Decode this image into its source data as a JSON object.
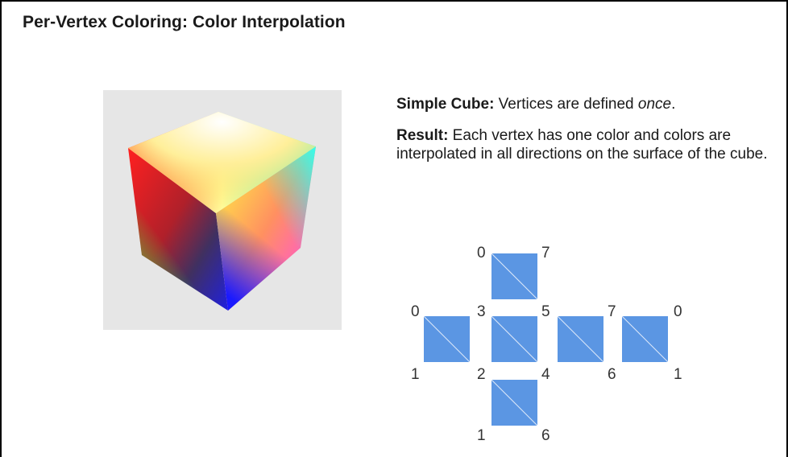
{
  "page": {
    "title": "Per-Vertex Coloring: Color Interpolation"
  },
  "description": {
    "simple_cube_label": "Simple Cube:",
    "simple_cube_text": " Vertices are defined ",
    "simple_cube_emph": "once",
    "simple_cube_end": ".",
    "result_label": "Result:",
    "result_text": " Each vertex has one color and colors are interpolated in all directions on the surface of the cube."
  },
  "net": {
    "face_color": "#5b96e3",
    "vertex_labels": {
      "top_tl": "0",
      "top_tr": "7",
      "row_left_tl": "0",
      "row_mid_tl": "3",
      "row_mid_tr": "5",
      "row_right1_tr": "7",
      "row_right2_tr": "0",
      "row_left_bl": "1",
      "row_mid_bl": "2",
      "row_mid_br": "4",
      "row_right1_br": "6",
      "row_right2_br": "1",
      "bottom_bl": "1",
      "bottom_br": "6"
    }
  },
  "cube": {
    "vertex_colors": {
      "top": "#ffffff",
      "left_top": "#ff1a1a",
      "right_top": "#33ffee",
      "front_top": "#ffff40",
      "left_bottom": "#33ee33",
      "right_bottom": "#ee33ee",
      "bottom": "#0a0aff",
      "center": "#1a1a1a"
    }
  }
}
